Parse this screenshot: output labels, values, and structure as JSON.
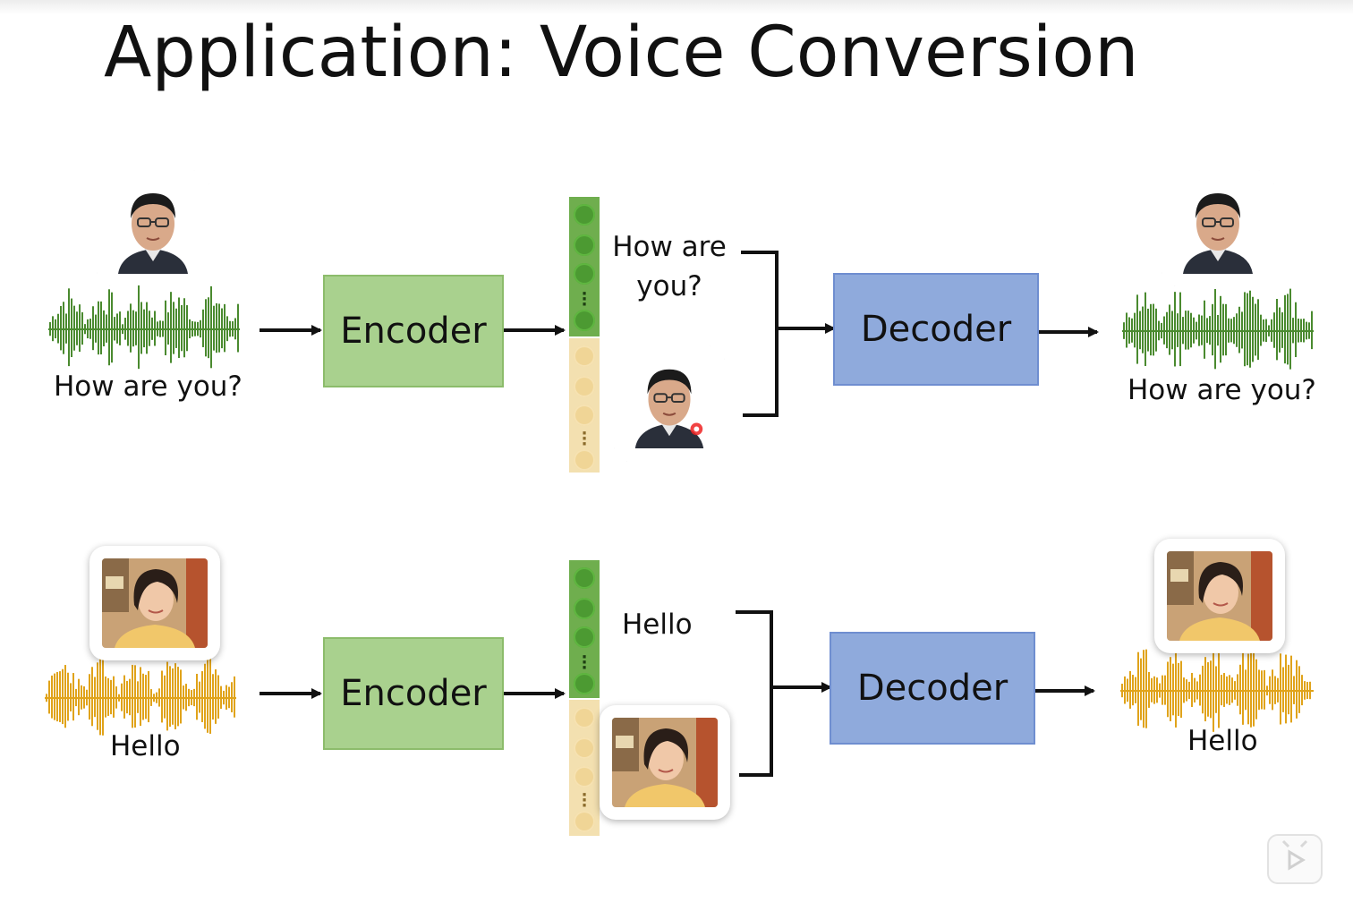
{
  "title": "Application: Voice Conversion",
  "rows": [
    {
      "speaker": "male",
      "input_label": "How are you?",
      "encoder_label": "Encoder",
      "content_text": "How are you?",
      "decoder_label": "Decoder",
      "output_label": "How are you?",
      "wave_color": "#4a8a2f"
    },
    {
      "speaker": "female",
      "input_label": "Hello",
      "encoder_label": "Encoder",
      "content_text": "Hello",
      "decoder_label": "Decoder",
      "output_label": "Hello",
      "wave_color": "#e0a31a"
    }
  ],
  "colors": {
    "encoder_fill": "#a9d18e",
    "decoder_fill": "#8faadc",
    "content_vector": "#6fae4e",
    "speaker_vector": "#f3e0b0"
  },
  "icons": {
    "watermark": "play-icon"
  }
}
